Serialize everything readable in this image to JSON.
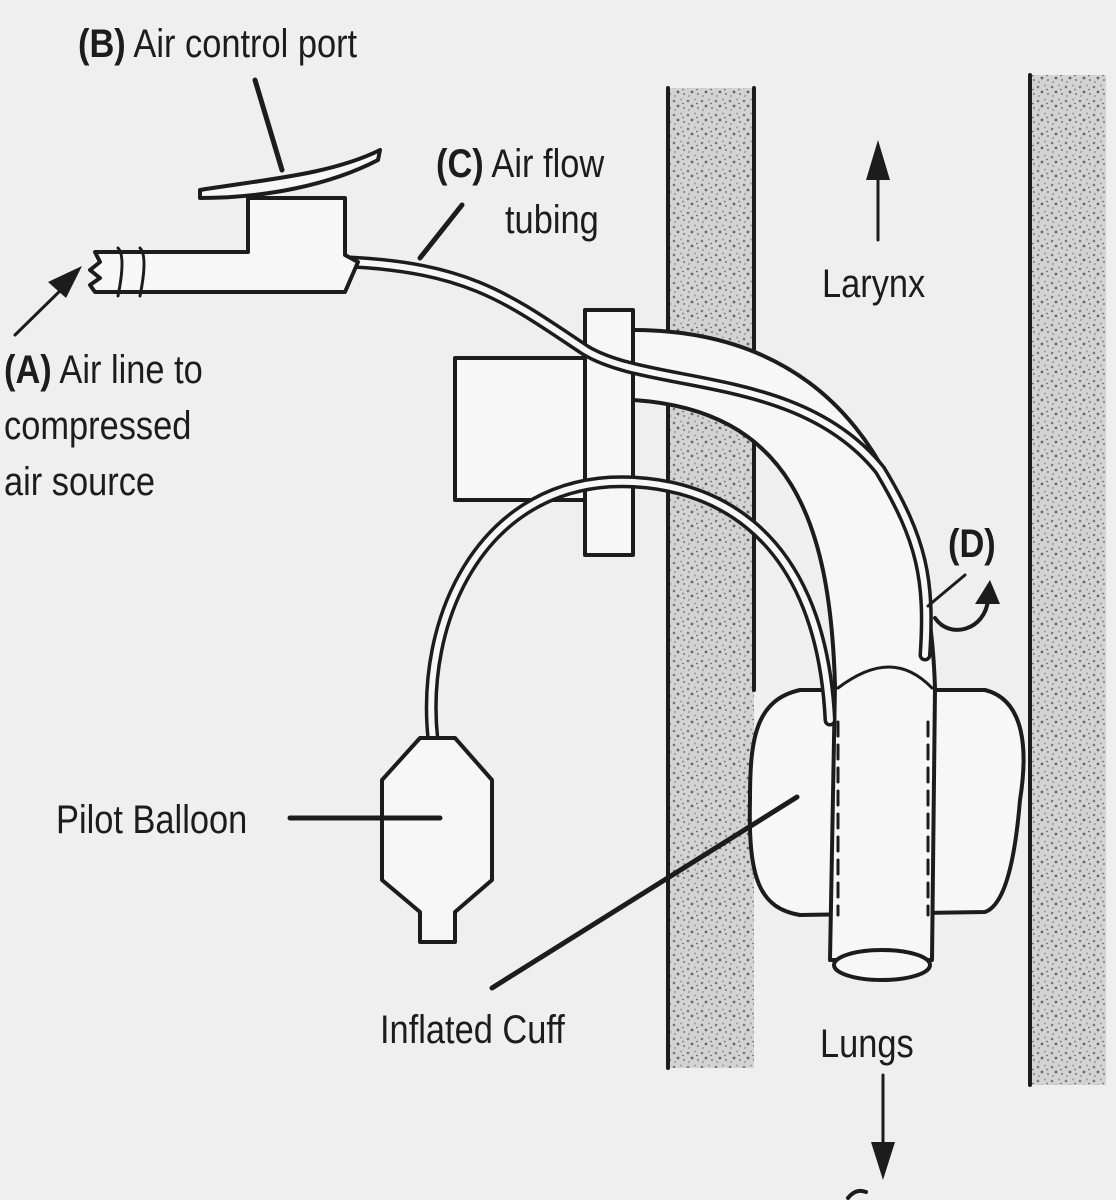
{
  "labels": {
    "air_control_port": {
      "tag": "(B)",
      "text": "Air control port"
    },
    "air_flow_tubing": {
      "tag": "(C)",
      "text_line1": "Air flow",
      "text_line2": "tubing"
    },
    "air_line": {
      "tag": "(A)",
      "text_line1": "Air line to",
      "text_line2": "compressed",
      "text_line3": "air source"
    },
    "larynx": "Larynx",
    "d_marker": "(D)",
    "pilot_balloon": "Pilot Balloon",
    "inflated_cuff": "Inflated Cuff",
    "lungs": "Lungs"
  },
  "colors": {
    "ink": "#1c1c1c",
    "background": "#efefef",
    "tissue": "#bdbdbd",
    "fill": "#f7f7f7"
  }
}
